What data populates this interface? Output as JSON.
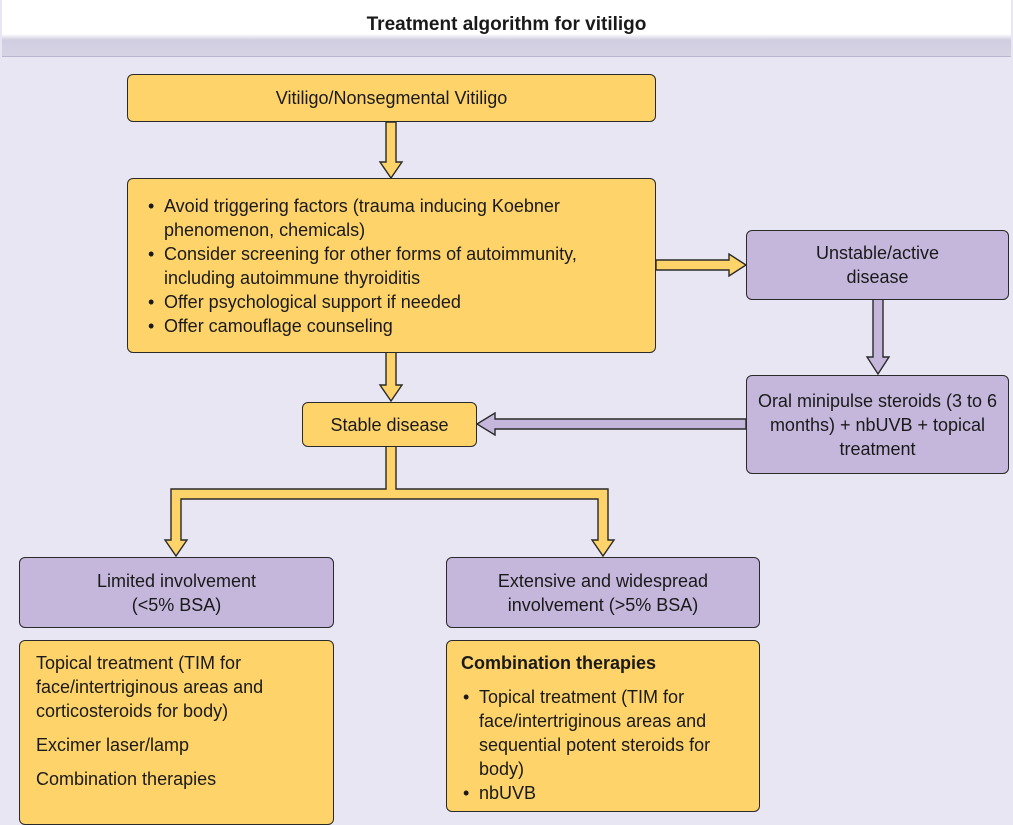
{
  "title": "Treatment algorithm for vitiligo",
  "nodes": {
    "vitiligo": "Vitiligo/Nonsegmental Vitiligo",
    "general": [
      "Avoid triggering factors (trauma inducing Koebner phenomenon, chemicals)",
      "Consider screening for other forms of autoimmunity, including autoimmune thyroiditis",
      "Offer psychological support if needed",
      "Offer camouflage counseling"
    ],
    "unstable": "Unstable/active disease",
    "oral": "Oral minipulse steroids (3 to 6 months) + nbUVB + topical treatment",
    "stable": "Stable disease",
    "limited": "Limited involvement (<5% BSA)",
    "extensive": "Extensive and widespread involvement (>5% BSA)",
    "limited_tx": [
      "Topical treatment (TIM for face/intertriginous areas and corticosteroids for body)",
      "Excimer laser/lamp",
      "Combination therapies"
    ],
    "extensive_tx_heading": "Combination therapies",
    "extensive_tx": [
      "Topical treatment (TIM for face/intertriginous areas and sequential potent steroids for body)",
      "nbUVB"
    ]
  },
  "colors": {
    "yellow": "#fdd36a",
    "purple": "#c5b6db",
    "background": "#e8e6f2"
  }
}
